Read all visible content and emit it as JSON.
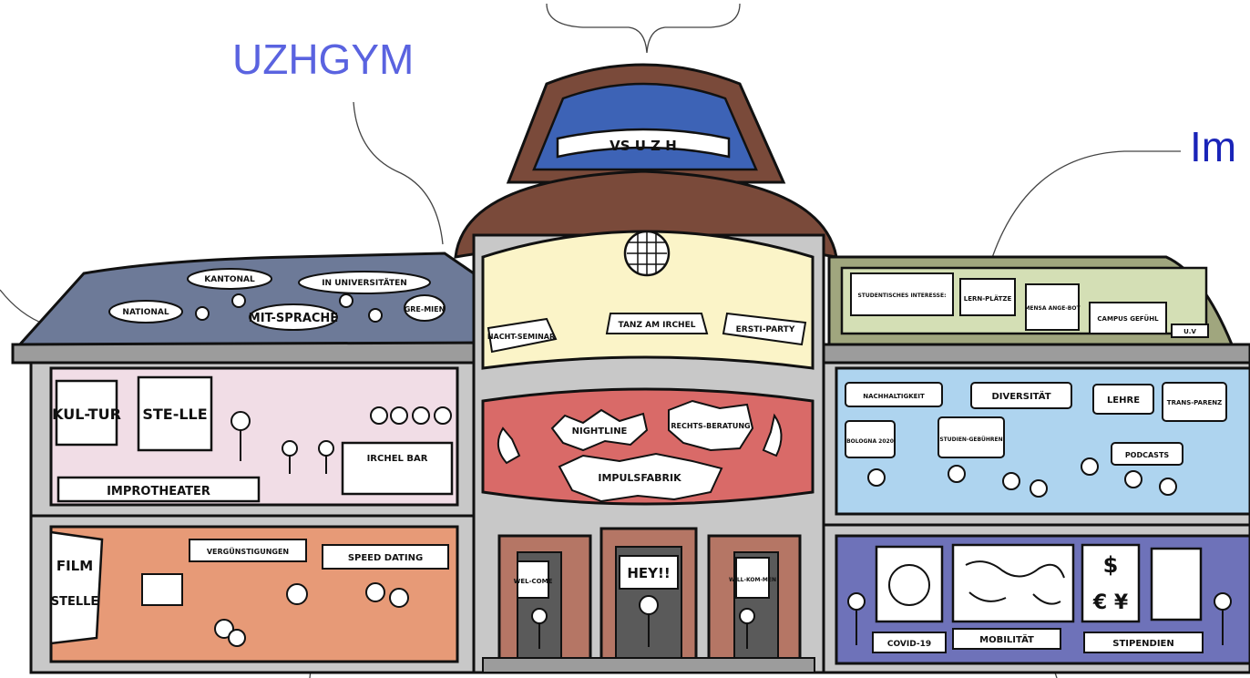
{
  "callouts": {
    "uzhgym": "UZHGYM",
    "im": "Im"
  },
  "building": {
    "dome_banner": "VS U Z H",
    "roof_left": {
      "national": "NATIONAL",
      "kantonal": "KANTONAL",
      "in_universitaeten": "IN UNIVERSITÄTEN",
      "gremien": "GRE-MIEN",
      "mitsprache": "MIT-SPRACHE"
    },
    "roof_right": {
      "studentisches_interesse": "STUDENTISCHES INTERESSE:",
      "lernplaetze": "LERN-PLÄTZE",
      "mensa_angebot": "MENSA ANGE-BOT",
      "campus_gefuehl": "CAMPUS GEFÜHL",
      "uv": "U.V"
    },
    "rotunda": {
      "nachtseminar": "NACHT-SEMINAR",
      "tanz_am_irchel": "TANZ AM IRCHEL",
      "ersti_party": "ERSTI-PARTY"
    },
    "center_mid": {
      "nightline": "NIGHTLINE",
      "rechtsberatung": "RECHTS-BERATUNG",
      "impulsfabrik": "IMPULSFABRIK"
    },
    "doors": {
      "welcome": "WEL-COME",
      "hey": "HEY!!",
      "willkommen": "WILL-KOM-MEN"
    },
    "left_upper": {
      "kultur": "KUL-TUR",
      "stelle": "STE-LLE",
      "irchel_bar": "IRCHEL BAR",
      "improtheater": "IMPROTHEATER"
    },
    "left_lower": {
      "film": "FILM",
      "stelle": "STELLE",
      "verguenstigungen": "VERGÜNSTIGUNGEN",
      "speed_dating": "SPEED DATING"
    },
    "right_upper": {
      "nachhaltigkeit": "NACHHALTIGKEIT",
      "diversitaet": "DIVERSITÄT",
      "lehre": "LEHRE",
      "transparenz": "TRANS-PARENZ",
      "bologna": "BOLOGNA 2020",
      "studiengebuehren": "STUDIEN-GEBÜHREN",
      "podcasts": "PODCASTS"
    },
    "right_lower": {
      "covid": "COVID-19",
      "mobilitaet": "MOBILITÄT",
      "stipendien": "STIPENDIEN",
      "dollar": "$",
      "euro_yen": "€ ¥"
    }
  },
  "colors": {
    "callout_uzhgym": "#5a63e0",
    "callout_im": "#1a24b8",
    "roof_slate": "#6d7a98",
    "dome_brown": "#7a4a3a",
    "dome_blue": "#3d63b6",
    "rotunda_yellow": "#fbf4c8",
    "wall_grey": "#c8c8c8",
    "culture_pink": "#f1dde6",
    "film_orange": "#e79a77",
    "center_red": "#d96a68",
    "right_blue": "#aed4ef",
    "right_navy": "#6e72b9",
    "roof_green": "#d4dfb5",
    "door_brown": "#b57665"
  }
}
